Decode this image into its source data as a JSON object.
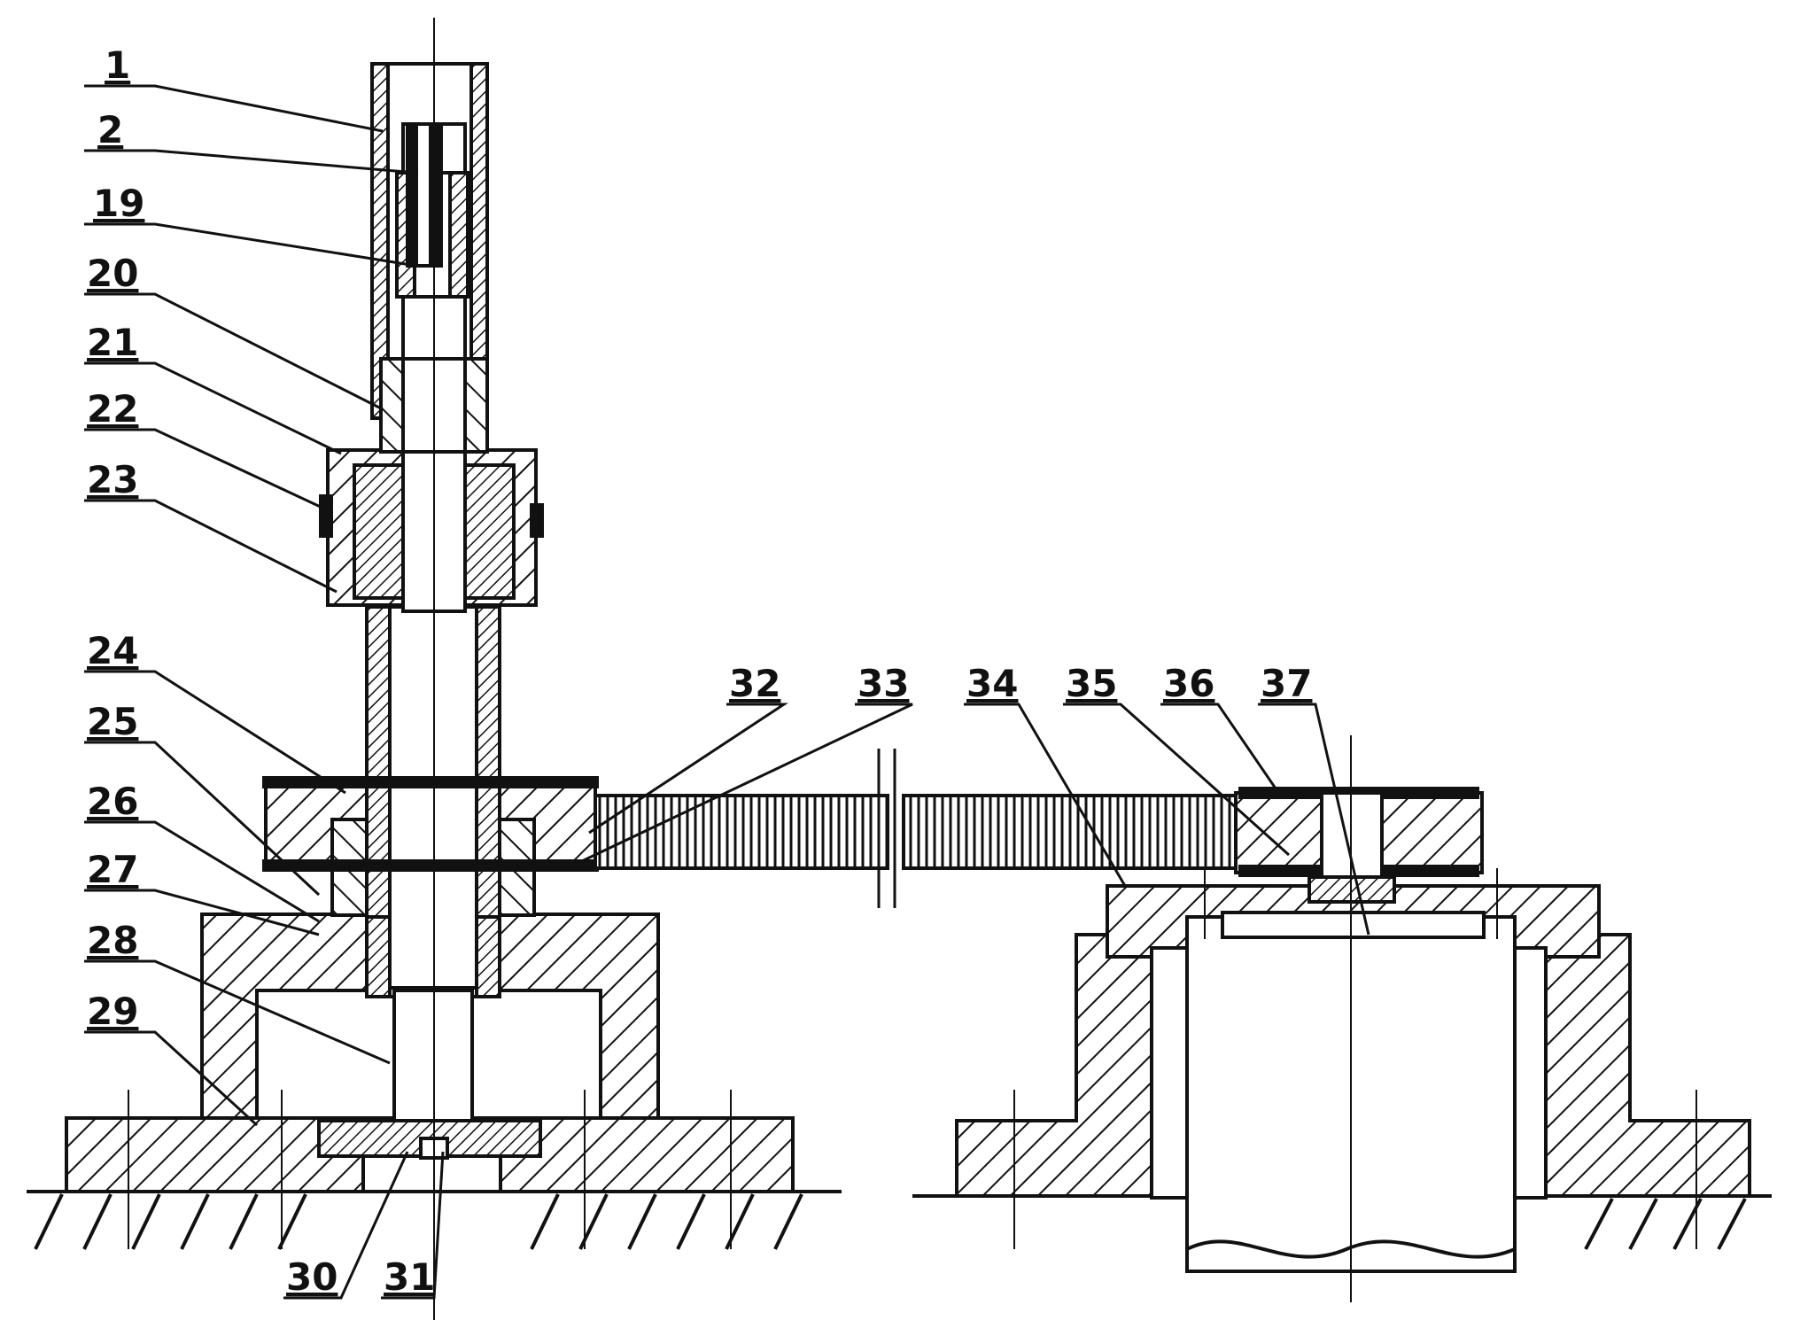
{
  "labels": {
    "l1": "1",
    "l2": "2",
    "l19": "19",
    "l20": "20",
    "l21": "21",
    "l22": "22",
    "l23": "23",
    "l24": "24",
    "l25": "25",
    "l26": "26",
    "l27": "27",
    "l28": "28",
    "l29": "29",
    "l30": "30",
    "l31": "31",
    "l32": "32",
    "l33": "33",
    "l34": "34",
    "l35": "35",
    "l36": "36",
    "l37": "37"
  }
}
